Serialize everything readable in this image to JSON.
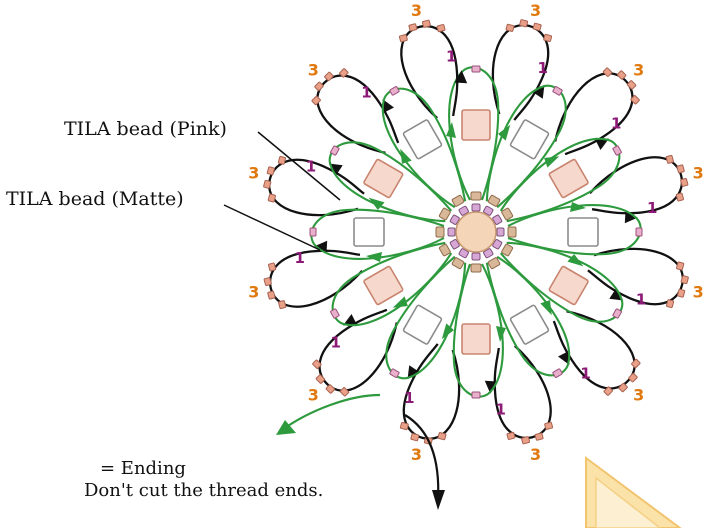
{
  "labels": {
    "tila_pink": "TILA bead (Pink)",
    "tila_matte": "TILA bead (Matte)",
    "ending": "= Ending",
    "dont_cut": "Don't cut the thread ends."
  },
  "counts": {
    "outer": "3",
    "inner": "1"
  },
  "colors": {
    "thread_black": "#111111",
    "thread_green": "#2e9a3e",
    "count_outer": "#e07a10",
    "count_inner": "#8e1a78",
    "tila_pink_fill": "#f6d9cc",
    "tila_pink_edge": "#c98470",
    "tila_matte_edge": "#8c8c8c",
    "seed_bead": "#e8a088",
    "center_bead": "#f5d5b8",
    "ending_marker": "#fbe2a8"
  },
  "icons": [
    "ending-marker-icon"
  ]
}
